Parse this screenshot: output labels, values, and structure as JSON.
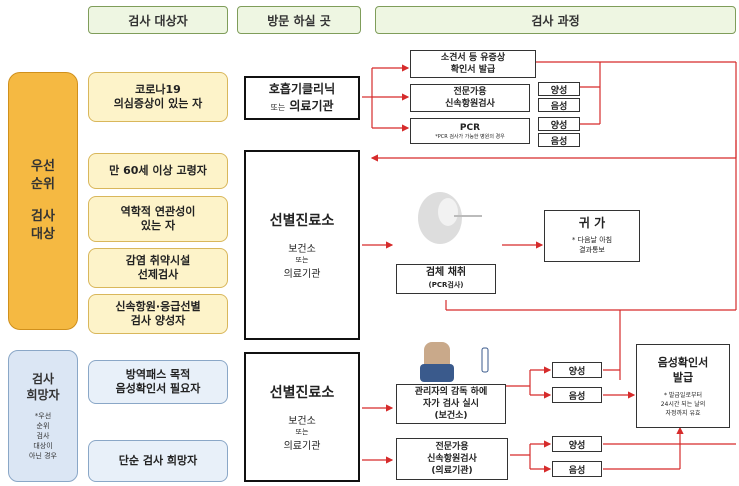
{
  "headers": {
    "target": "검사 대상자",
    "visit": "방문 하실 곳",
    "process": "검사 과정"
  },
  "priority_group": {
    "line1": "우선",
    "line2": "순위",
    "line3": "검사",
    "line4": "대상"
  },
  "hope_group": {
    "line1": "검사",
    "line2": "희망자",
    "note1": "*우선",
    "note2": "순위",
    "note3": "검사",
    "note4": "대상이",
    "note5": "아닌 경우"
  },
  "targets": {
    "corona_1": "코로나19",
    "corona_2": "의심증상이 있는 자",
    "elderly": "만 60세 이상 고령자",
    "epi_1": "역학적 연관성이",
    "epi_2": "있는 자",
    "vuln_1": "감염 취약시설",
    "vuln_2": "선제검사",
    "rapid_1": "신속항원·응급선별",
    "rapid_2": "검사 양성자",
    "pass_1": "방역패스 목적",
    "pass_2": "음성확인서 필요자",
    "simple": "단순 검사 희망자"
  },
  "places": {
    "clinic_1": "호흡기클리닉",
    "clinic_2a": "또는",
    "clinic_2b": "의료기관",
    "screen_title": "선별진료소",
    "screen_sub1": "보건소",
    "screen_sub2": "또는",
    "screen_sub3": "의료기관",
    "screen2_title": "선별진료소",
    "screen2_sub1": "보건소",
    "screen2_sub2": "또는",
    "screen2_sub3": "의료기관"
  },
  "process": {
    "cert_1": "소견서 등 유증상",
    "cert_2": "확인서 발급",
    "expert_1": "전문가용",
    "expert_2": "신속항원검사",
    "pos": "양성",
    "neg": "음성",
    "pcr": "PCR",
    "pcr_note": "*PCR 검사가 가능한 병원의 경우",
    "pcr_pos": "양성",
    "pcr_neg": "음성",
    "specimen_1": "검체 채취",
    "specimen_2": "(PCR검사)",
    "home_title": "귀 가",
    "home_note_1": "* 다음날 아침",
    "home_note_2": "결과통보",
    "self_1": "관리자의 감독 하에",
    "self_2": "자가 검사 실시",
    "self_3": "(보건소)",
    "self_pos": "양성",
    "self_neg": "음성",
    "expert2_1": "전문가용",
    "expert2_2": "신속항원검사",
    "expert2_3": "(의료기관)",
    "expert2_pos": "양성",
    "expert2_neg": "음성",
    "negcert_1": "음성확인서",
    "negcert_2": "발급",
    "negcert_note_1": "* 발급일로부터",
    "negcert_note_2": "24시간 되는 날의",
    "negcert_note_3": "자정까지 유효"
  },
  "colors": {
    "arrow": "#d62b2b",
    "orange": "#f5b942",
    "cream": "#fdf3c9",
    "header": "#eef6e2"
  }
}
